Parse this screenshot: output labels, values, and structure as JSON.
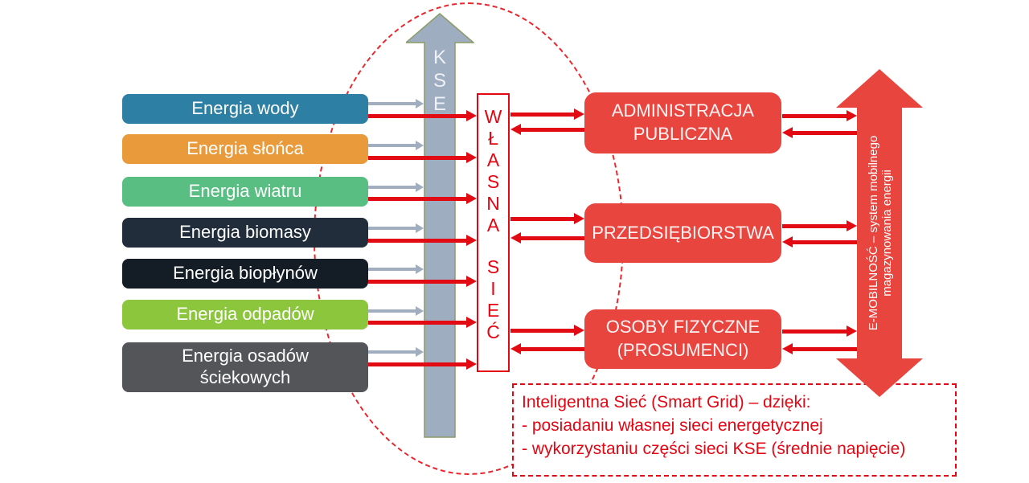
{
  "sources": [
    {
      "label": "Energia wody",
      "color": "#2e7fa4"
    },
    {
      "label": "Energia słońca",
      "color": "#e99a3b"
    },
    {
      "label": "Energia wiatru",
      "color": "#59be82"
    },
    {
      "label": "Energia biomasy",
      "color": "#212d3b"
    },
    {
      "label": "Energia biopłynów",
      "color": "#141c26"
    },
    {
      "label": "Energia odpadów",
      "color": "#8cc63d"
    },
    {
      "label": "Energia osadów\nściekowych",
      "color": "#545558"
    }
  ],
  "kse": {
    "label": "KSE",
    "letters": [
      "K",
      "S",
      "E"
    ],
    "fill": "#9fadc1",
    "border": "#8c9b66"
  },
  "own_network": {
    "label": "WŁASNA SIEĆ",
    "letters": [
      "W",
      "Ł",
      "A",
      "S",
      "N",
      "A",
      "S",
      "I",
      "E",
      "Ć"
    ],
    "text_color": "#e30613"
  },
  "consumers": [
    {
      "label": "ADMINISTRACJA PUBLICZNA"
    },
    {
      "label": "PRZEDSIĘBIORSTWA"
    },
    {
      "label": "OSOBY FIZYCZNE (PROSUMENCI)"
    }
  ],
  "emobility": {
    "line1": "E-MOBILNOŚĆ – system mobilnego",
    "line2": "magazynowania energii",
    "fill": "#e8453f"
  },
  "smart_grid_note": {
    "line1": "Inteligentna Sieć (Smart Grid) – dzięki:",
    "line2": "- posiadaniu własnej sieci energetycznej",
    "line3": "- wykorzystaniu części sieci KSE (średnie napięcie)"
  },
  "colors": {
    "red_box": "#e8453f",
    "red_arrow": "#e30b13",
    "red_text": "#e30613",
    "gray_arrow": "#a0aec0",
    "dashed_line": "#e8262c"
  }
}
